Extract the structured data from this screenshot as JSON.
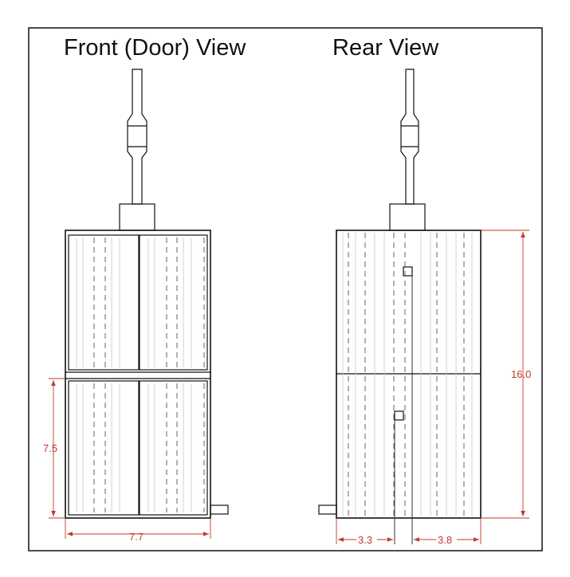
{
  "views": {
    "front_title": "Front (Door) View",
    "rear_title": "Rear View"
  },
  "dimensions": {
    "front_height": "7.5",
    "front_width": "7.7",
    "rear_height": "16.0",
    "rear_left_offset": "3.3",
    "rear_right_offset": "3.8"
  },
  "colors": {
    "outline": "#111111",
    "dimension": "#c0392b",
    "dashed": "#666666",
    "faint": "#bdbdbd"
  }
}
